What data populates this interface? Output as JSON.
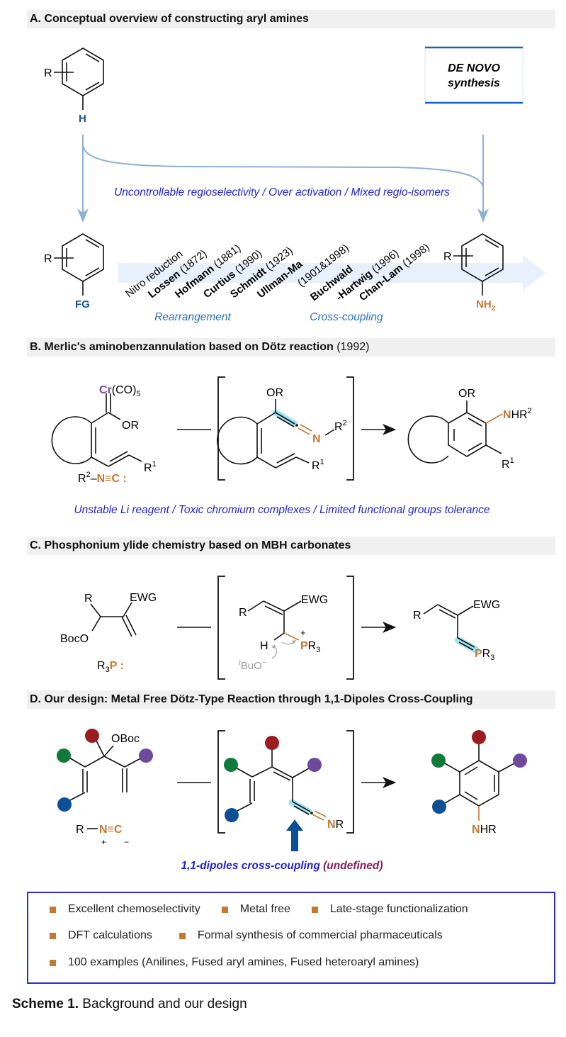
{
  "sections": {
    "a": {
      "title": "A. Conceptual overview of constructing aryl amines",
      "start_label_r": "R",
      "start_label_h": "H",
      "denovo_line1": "DE NOVO",
      "denovo_line2": "synthesis",
      "problems": "Uncontrollable regioselectivity / Over activation / Mixed regio-isomers",
      "fg_label_r": "R",
      "fg_label": "FG",
      "product_label_r": "R",
      "product_label": "NH",
      "product_sub": "2",
      "methods": [
        {
          "name": "Nitro reduction",
          "year": "",
          "bold": false
        },
        {
          "name": "Lossen",
          "year": " (1872)",
          "bold": true
        },
        {
          "name": "Hofmann",
          "year": " (1881)",
          "bold": true
        },
        {
          "name": "Curtius",
          "year": " (1990)",
          "bold": true
        },
        {
          "name": "Schmidt",
          "year": " (1923)",
          "bold": true
        },
        {
          "name": "Ullman-Ma",
          "year": "",
          "bold": true
        },
        {
          "name": "",
          "year": "(1901&1998)",
          "bold": false
        },
        {
          "name": "Buchwald",
          "year": "",
          "bold": true
        },
        {
          "name": "-Hartwig",
          "year": " (1996)",
          "bold": true
        },
        {
          "name": "Chan-Lam",
          "year": " (1998)",
          "bold": true
        }
      ],
      "group_rearrangement": "Rearrangement",
      "group_crosscoupling": "Cross-coupling"
    },
    "b": {
      "title_bold": "B. Merlic's aminobenzannulation based on Dötz reaction",
      "title_year": " (1992)",
      "cr": "Cr",
      "cr_rest": "(CO)",
      "cr_sub": "5",
      "or": "OR",
      "r1": "R",
      "r1_sup": "1",
      "isocyanide_r": "R",
      "isocyanide_sup": "2",
      "isocyanide_dash": "–",
      "isocyanide_nc": "N≡C",
      "isocyanide_colon": " :",
      "inter_or": "OR",
      "inter_n": "N",
      "inter_r2": "R",
      "inter_r2_sup": "2",
      "inter_r1": "R",
      "inter_r1_sup": "1",
      "prod_or": "OR",
      "prod_n": "N",
      "prod_hr": "HR",
      "prod_sup": "2",
      "prod_r1": "R",
      "prod_r1_sup": "1",
      "problems": "Unstable Li reagent / Toxic chromium complexes / Limited functional groups tolerance"
    },
    "c": {
      "title": "C. Phosphonium ylide chemistry based on MBH carbonates",
      "r": "R",
      "ewg": "EWG",
      "boco": "BocO",
      "phosphine_r": "R",
      "phosphine_sub": "3",
      "phosphine_p": "P",
      "phosphine_colon": " :",
      "inter_r": "R",
      "inter_ewg": "EWG",
      "inter_h": "H",
      "inter_plus": "+",
      "inter_p": "P",
      "inter_r3": "R",
      "inter_sub": "3",
      "inter_base_sup": "t",
      "inter_base": "BuO",
      "inter_base_minus": "−",
      "prod_r": "R",
      "prod_ewg": "EWG",
      "prod_p": "P",
      "prod_r3": "R",
      "prod_sub": "3"
    },
    "d": {
      "title": "D. Our design: Metal Free Dötz-Type Reaction through 1,1-Dipoles Cross-Coupling",
      "oboc": "OBoc",
      "iso_r": "R",
      "iso_nc": "N≡C",
      "iso_plus": "+",
      "iso_minus": "−",
      "inter_n": "N",
      "inter_r": "R",
      "prod_n": "N",
      "prod_hr": "HR",
      "highlight_main": "1,1-dipoles cross-coupling",
      "highlight_note": " (undefined)",
      "substituent_colors": {
        "red": "#9b1c1f",
        "green": "#0f7a3a",
        "purple": "#6e4a9e",
        "blue": "#0d4f96"
      }
    }
  },
  "features": {
    "row1": [
      "Excellent chemoselectivity",
      "Metal free",
      "Late-stage functionalization"
    ],
    "row2": [
      "DFT calculations",
      "Formal synthesis of commercial pharmaceuticals"
    ],
    "row3": [
      "100 examples (Anilines, Fused aryl amines, Fused heteroaryl amines)"
    ]
  },
  "caption": {
    "label": "Scheme 1.",
    "text": " Background and our design"
  },
  "colors": {
    "accent_orange": "#c8772f",
    "problem_blue": "#1f1fe0",
    "flow_blue": "#8fb0d4",
    "label_blue": "#1a4f99",
    "highlight_cyan": "#9fe3f2",
    "undefined_purple": "#8a1c5c"
  }
}
